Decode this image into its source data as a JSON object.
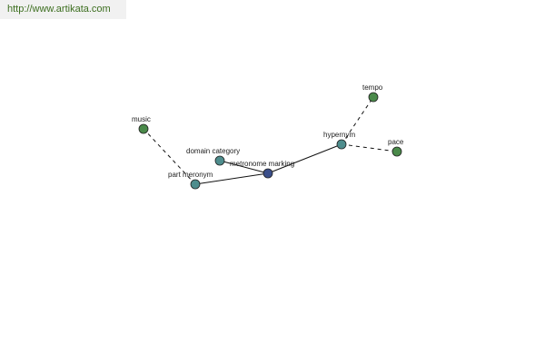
{
  "source": {
    "url_text": "http://www.artikata.com"
  },
  "colors": {
    "background": "#ffffff",
    "link": "#3c6e1f",
    "edge": "#111111",
    "node_center": "#3b4f8a",
    "node_relation": "#4e8d8d",
    "node_term": "#4a8a4a"
  },
  "graph": {
    "nodes": [
      {
        "id": "metronome-marking",
        "label": "metronome marking",
        "kind": "center",
        "icon": "circle"
      },
      {
        "id": "domain-category",
        "label": "domain category",
        "kind": "relation",
        "icon": "circle"
      },
      {
        "id": "part-meronym",
        "label": "part meronym",
        "kind": "relation",
        "icon": "circle"
      },
      {
        "id": "hypernym",
        "label": "hypernym",
        "kind": "relation",
        "icon": "circle"
      },
      {
        "id": "music",
        "label": "music",
        "kind": "term",
        "icon": "circle"
      },
      {
        "id": "tempo",
        "label": "tempo",
        "kind": "term",
        "icon": "circle"
      },
      {
        "id": "pace",
        "label": "pace",
        "kind": "term",
        "icon": "circle"
      }
    ],
    "edges": [
      {
        "from": "metronome-marking",
        "to": "domain-category",
        "style": "solid"
      },
      {
        "from": "metronome-marking",
        "to": "part-meronym",
        "style": "solid"
      },
      {
        "from": "metronome-marking",
        "to": "hypernym",
        "style": "solid"
      },
      {
        "from": "part-meronym",
        "to": "music",
        "style": "dashed"
      },
      {
        "from": "hypernym",
        "to": "tempo",
        "style": "dashed"
      },
      {
        "from": "hypernym",
        "to": "pace",
        "style": "dashed"
      }
    ]
  }
}
